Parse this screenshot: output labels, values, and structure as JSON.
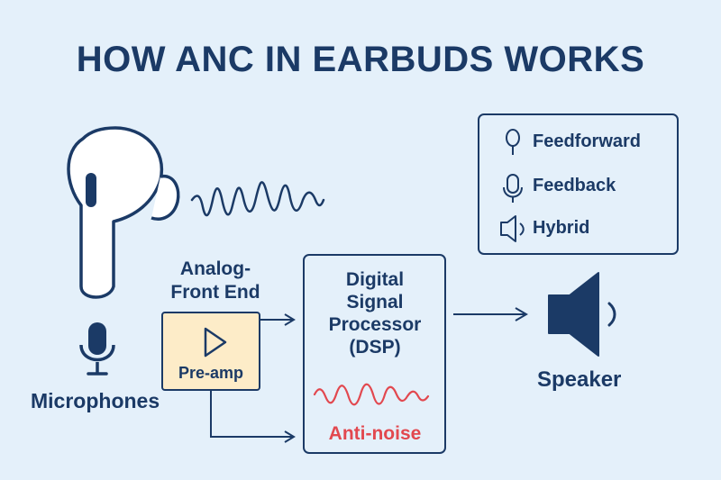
{
  "title": "HOW ANC IN EARBUDS WORKS",
  "legend": {
    "items": [
      {
        "label": "Feedforward",
        "icon": "pin-mic-icon"
      },
      {
        "label": "Feedback",
        "icon": "microphone-icon"
      },
      {
        "label": "Hybrid",
        "icon": "speaker-outline-icon"
      }
    ]
  },
  "analog_front_end": {
    "label": "Analog-\nFront End",
    "block_label": "Pre-amp"
  },
  "microphones": {
    "label": "Microphones"
  },
  "dsp": {
    "label": "Digital\nSignal\nProcessor\n(DSP)",
    "anti_noise_label": "Anti-noise"
  },
  "speaker": {
    "label": "Speaker"
  },
  "colors": {
    "background": "#e4f0fa",
    "primary": "#1b3a66",
    "anti_noise": "#e2484f",
    "preamp_fill": "#fdecc8"
  }
}
